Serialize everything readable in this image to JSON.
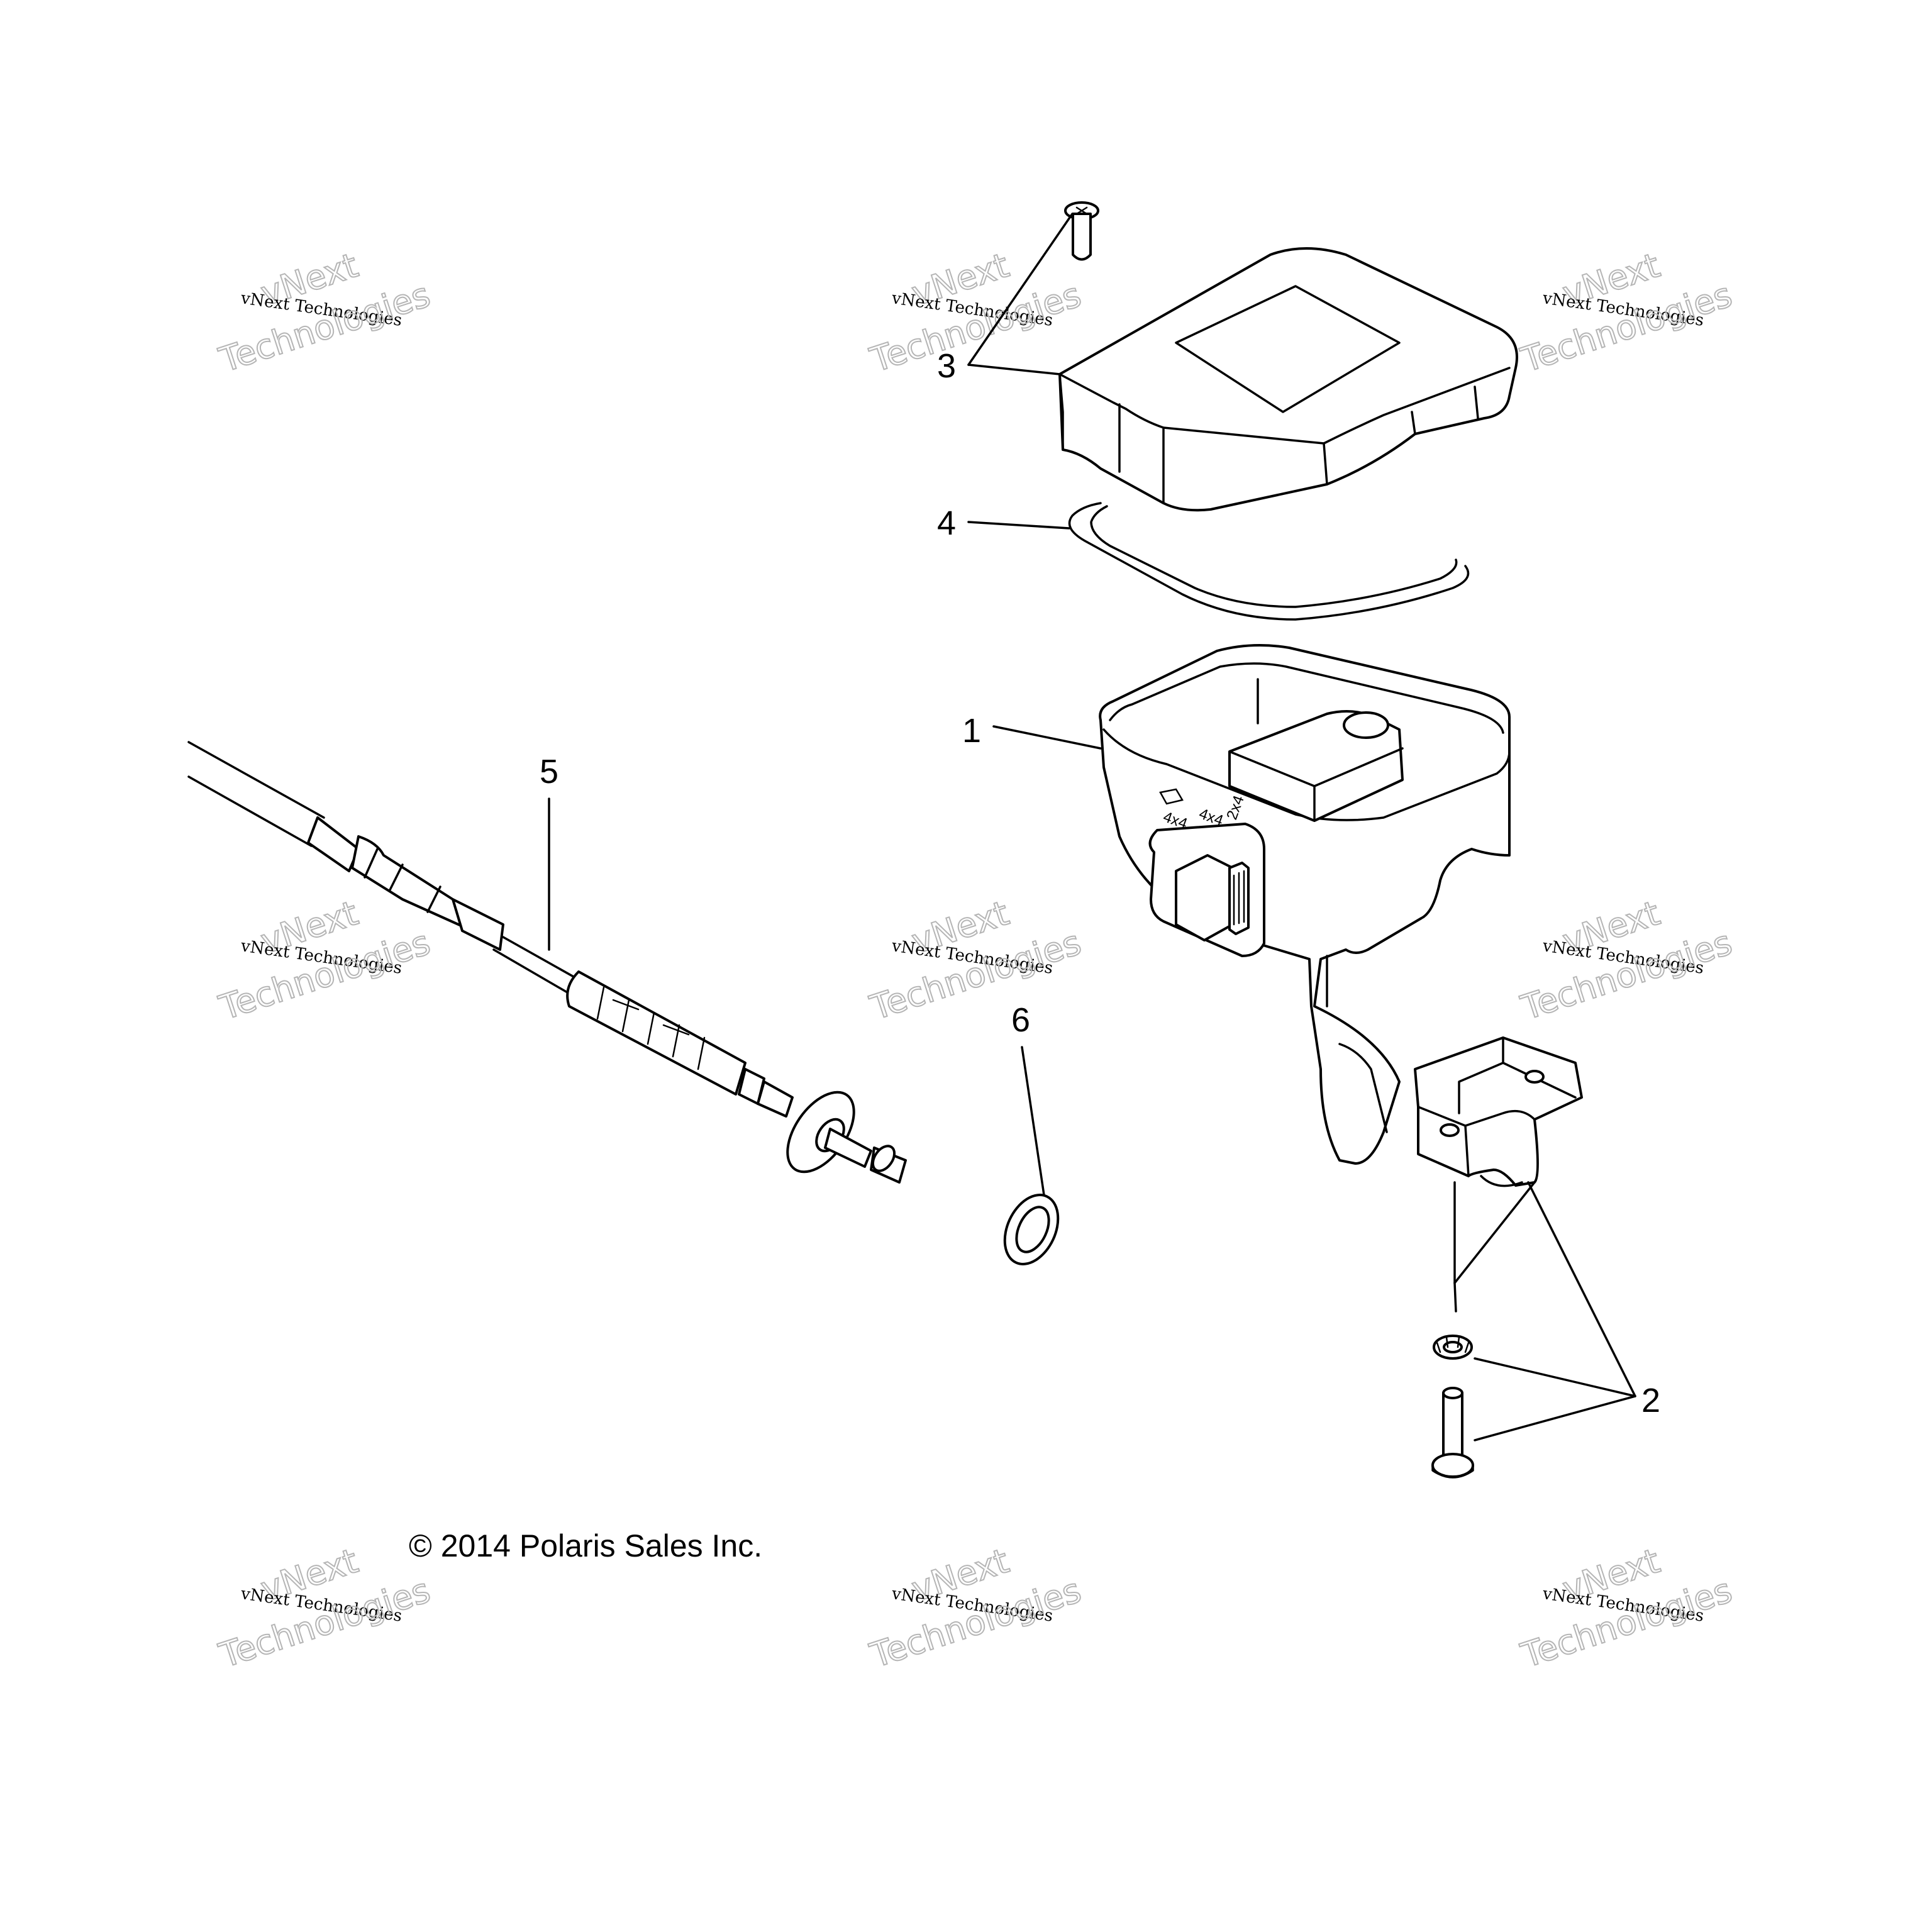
{
  "callouts": {
    "c1": "1",
    "c2": "2",
    "c3": "3",
    "c4": "4",
    "c5": "5",
    "c6": "6"
  },
  "copyright": "© 2014 Polaris Sales Inc.",
  "watermark": {
    "line1": "vNext",
    "line2": "vNext Technologies",
    "line3": "Technologies"
  },
  "switch_labels": {
    "left": "4x4",
    "middle": "4x4",
    "right": "2x4"
  }
}
